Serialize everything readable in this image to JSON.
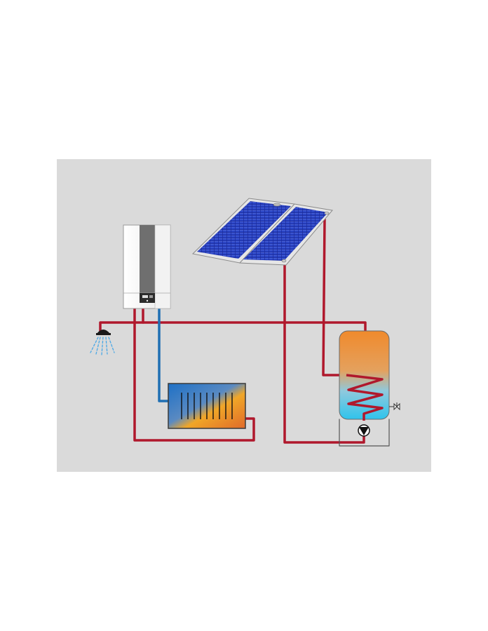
{
  "diagram": {
    "components": {
      "boiler": "wall-mounted-boiler",
      "solar_collectors": "solar-collector-panels",
      "storage_tank": "solar-storage-tank",
      "radiator": "radiator",
      "shower": "shower-head",
      "pump": "circulation-pump",
      "valve": "drain-valve"
    },
    "colors": {
      "background_panel": "#dadada",
      "hot_pipe": "#b0182c",
      "cold_pipe": "#1f6fb3",
      "solar_cell": "#1f2fa0",
      "tank_hot": "#f19a3e",
      "tank_cold": "#33c3ea",
      "water_spray": "#4aa8e6"
    }
  }
}
